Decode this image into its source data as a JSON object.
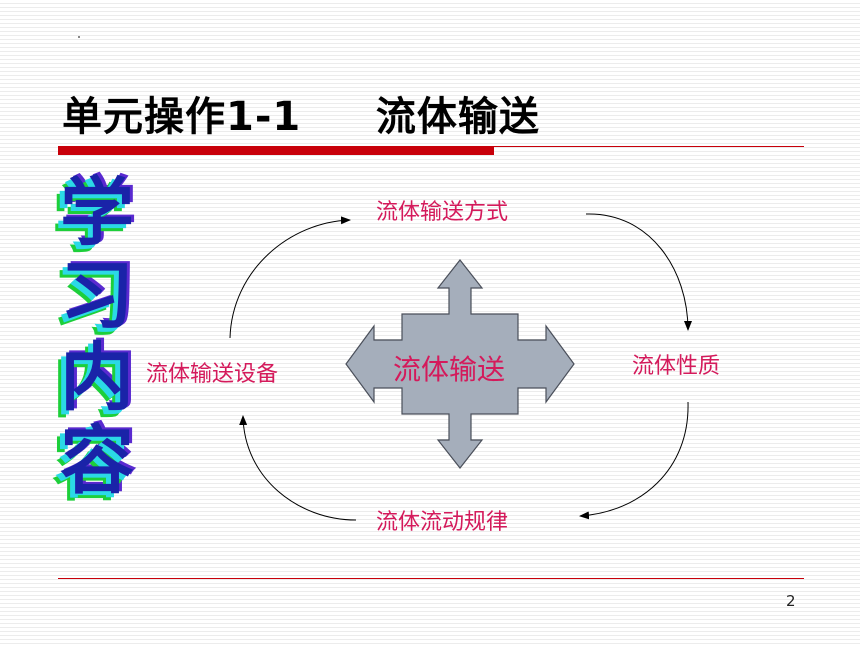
{
  "slide": {
    "title": "单元操作1-1     流体输送",
    "page_number": "2",
    "side_label_chars": [
      "学",
      "习",
      "内",
      "容"
    ]
  },
  "diagram": {
    "center": "流体输送",
    "top": "流体输送方式",
    "right": "流体性质",
    "bottom": "流体流动规律",
    "left": "流体输送设备"
  },
  "colors": {
    "accent_red": "#c8000a",
    "label_pink": "#d41a5b",
    "arrow_fill": "#a5aebb",
    "side_blue": "#1a23a8",
    "side_cyan": "#2bd9e6",
    "side_green": "#1dcf3a"
  }
}
